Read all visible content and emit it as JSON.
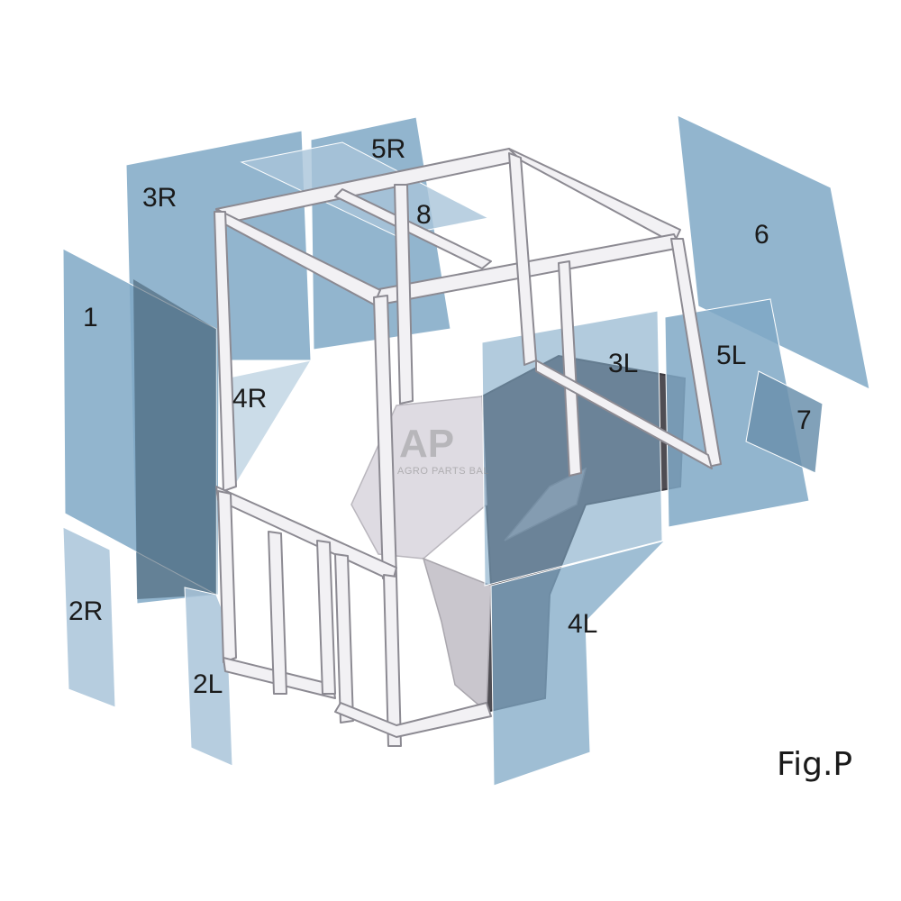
{
  "figure": {
    "caption": "Fig.P"
  },
  "watermark": {
    "logo": "AP",
    "text": "AGRO PARTS BAL"
  },
  "colors": {
    "glass": "#7fa8c6",
    "glass_light": "#a9c4d9",
    "frame": "#f0eff2",
    "frame_edge": "#8c8a92",
    "floor_dark": "#4e4c52",
    "floor_light": "#d9d6dc"
  },
  "parts": [
    {
      "id": "1",
      "label": "1"
    },
    {
      "id": "2R",
      "label": "2R"
    },
    {
      "id": "2L",
      "label": "2L"
    },
    {
      "id": "3R",
      "label": "3R"
    },
    {
      "id": "3L",
      "label": "3L"
    },
    {
      "id": "4R",
      "label": "4R"
    },
    {
      "id": "4L",
      "label": "4L"
    },
    {
      "id": "5R",
      "label": "5R"
    },
    {
      "id": "5L",
      "label": "5L"
    },
    {
      "id": "6",
      "label": "6"
    },
    {
      "id": "7",
      "label": "7"
    },
    {
      "id": "8",
      "label": "8"
    }
  ]
}
